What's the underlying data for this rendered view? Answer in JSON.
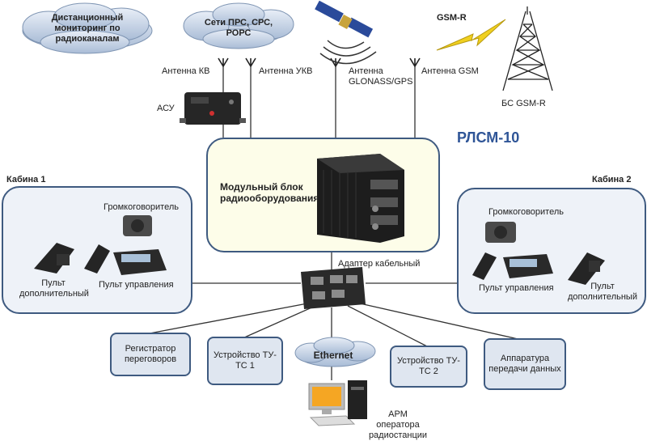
{
  "clouds": {
    "remote_monitoring": "Дистанционный мониторинг по радиоканалам",
    "networks": "Сети ПРС, СРС, РОРС",
    "ethernet": "Ethernet"
  },
  "antennas": {
    "kv": "Антенна КВ",
    "ukv": "Антенна УКВ",
    "glonass": "Антенна GLONASS/GPS",
    "gsm": "Антенна GSM"
  },
  "gsm": {
    "link": "GSM-R",
    "base_station": "БС GSM-R"
  },
  "asu": "АСУ",
  "system_title": "РЛСМ-10",
  "module_block": "Модульный блок радиооборудования",
  "cabin1": {
    "title": "Кабина 1",
    "speaker": "Громкоговоритель",
    "extra_console": "Пульт дополнительный",
    "control_console": "Пульт управления"
  },
  "cabin2": {
    "title": "Кабина 2",
    "speaker": "Громкоговоритель",
    "control_console": "Пульт управления",
    "extra_console": "Пульт дополнительный"
  },
  "cable_adapter": "Адаптер кабельный",
  "boxes": {
    "recorder": "Регистратор переговоров",
    "tu_tc1": "Устройство ТУ-ТС 1",
    "tu_tc2": "Устройство ТУ-ТС 2",
    "data_equipment": "Аппаратура передачи данных"
  },
  "operator_ws": "АРМ оператора радиостанции",
  "colors": {
    "border": "#3e5a80",
    "box_fill": "#dfe6f0",
    "panel_fill": "#eef2f8",
    "main_fill": "#fdfde9",
    "title": "#2f5597",
    "lightning": "#f0d020"
  }
}
